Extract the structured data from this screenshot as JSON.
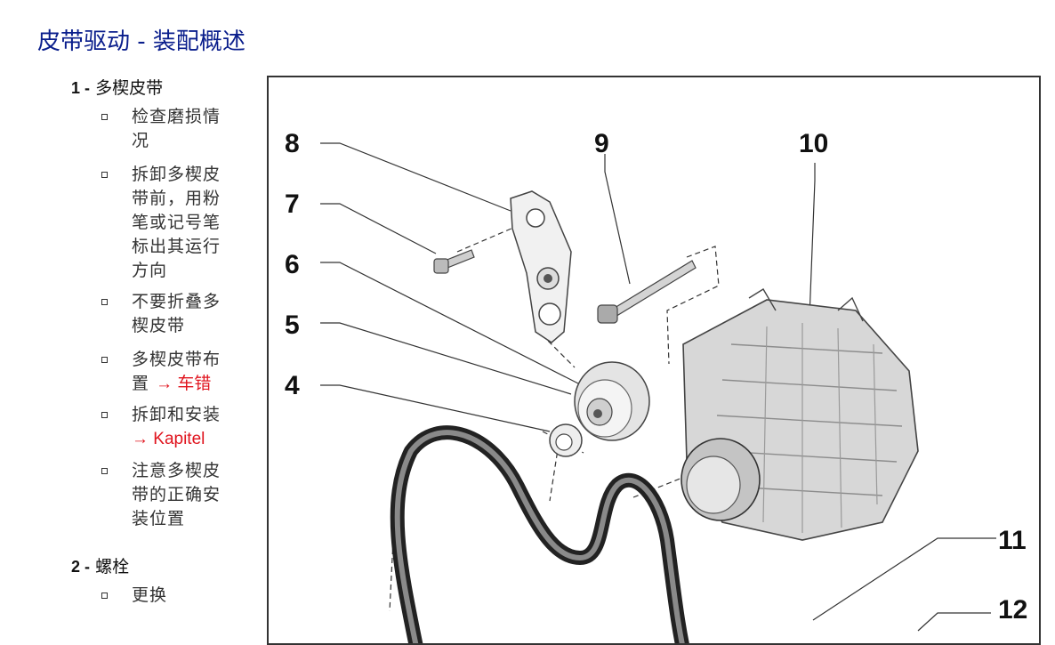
{
  "page": {
    "title": "皮带驱动 - 装配概述"
  },
  "sections": [
    {
      "number": "1 -",
      "heading": "多楔皮带",
      "bullets": [
        {
          "lines": [
            "检查磨损情",
            "况"
          ]
        },
        {
          "lines": [
            "拆卸多楔皮",
            "带前，用粉",
            "笔或记号笔",
            "标出其运行",
            "方向"
          ]
        },
        {
          "lines": [
            "不要折叠多",
            "楔皮带"
          ]
        },
        {
          "lines": [
            "多楔皮带布",
            "置"
          ],
          "link": "→ 车错"
        },
        {
          "lines": [
            "拆卸和安装"
          ],
          "link": "→ Kapitel"
        },
        {
          "lines": [
            "注意多楔皮",
            "带的正确安",
            "装位置"
          ]
        }
      ]
    },
    {
      "number": "2 -",
      "heading": "螺栓",
      "bullets": [
        {
          "lines": [
            "更换"
          ]
        }
      ]
    }
  ],
  "figure": {
    "callouts": [
      "8",
      "9",
      "10",
      "7",
      "6",
      "5",
      "4",
      "11",
      "12"
    ]
  },
  "colors": {
    "title": "#0a1e8c",
    "link": "#e0141e"
  }
}
